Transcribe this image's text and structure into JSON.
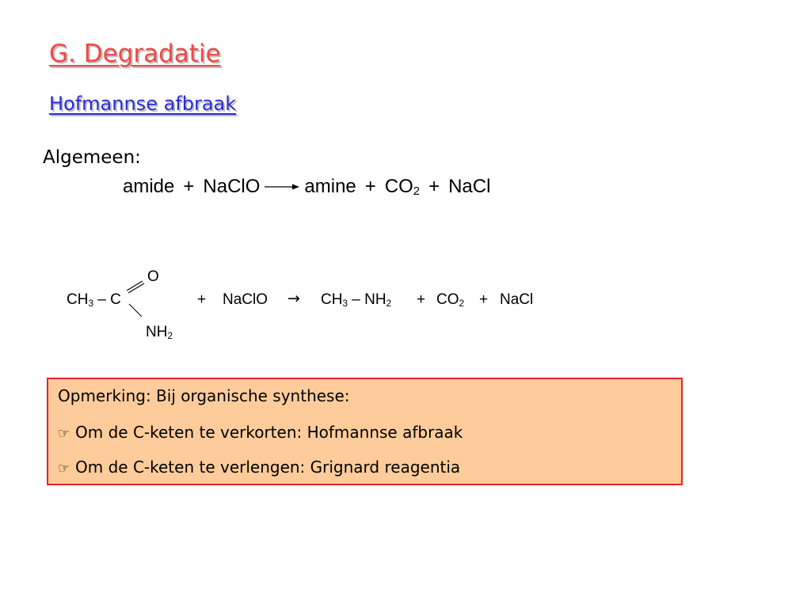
{
  "slide": {
    "title": "G. Degradatie",
    "subtitle": "Hofmannse afbraak",
    "general": {
      "label": "Algemeen:",
      "reactant1": "amide",
      "plus1": "+",
      "reactant2": "NaClO",
      "product1": "amine",
      "plus2": "+",
      "product2_base": "CO",
      "product2_sub": "2",
      "plus3": "+",
      "product3": "NaCl"
    },
    "example": {
      "oxygen": "O",
      "ch3_base": "CH",
      "ch3_sub": "3",
      "dash_c": " – C",
      "nh2_base": "NH",
      "nh2_sub": "2",
      "plus1": "+",
      "reagent": "NaClO",
      "arrow": "→",
      "product_ch3_base": "CH",
      "product_ch3_sub": "3",
      "product_dash_nh": " – NH",
      "product_nh2_sub": "2",
      "plus2": "+",
      "co2_base": "CO",
      "co2_sub": "2",
      "plus3": "+",
      "nacl": "NaCl"
    },
    "note": {
      "heading": "Opmerking: Bij organische synthese:",
      "bullet_icon": "☞",
      "items": [
        "Om de C-keten te verkorten: Hofmannse afbraak",
        "Om de C-keten te verlengen: Grignard reagentia"
      ]
    }
  }
}
